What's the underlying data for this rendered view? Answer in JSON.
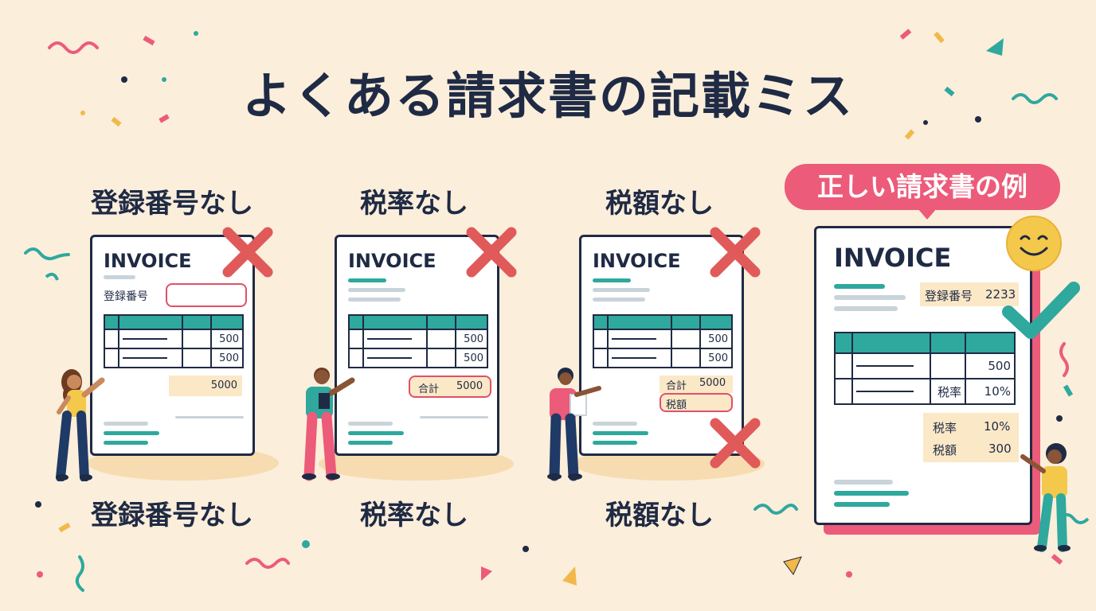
{
  "title": "よくある請求書の記載ミス",
  "colors": {
    "background": "#fbeedb",
    "navy": "#1f2a44",
    "teal": "#2fa89e",
    "red": "#e05a5a",
    "pink": "#ec5b79",
    "highlight": "#fbe8c6"
  },
  "cards": [
    {
      "top_label": "登録番号なし",
      "bottom_label": "登録番号なし",
      "invoice": "INVOICE",
      "reg_label": "登録番号",
      "row_values": [
        "500",
        "500"
      ],
      "total_value": "5000",
      "mark": "cross-icon"
    },
    {
      "top_label": "税率なし",
      "bottom_label": "税率なし",
      "invoice": "INVOICE",
      "row_values": [
        "500",
        "500"
      ],
      "total_label": "合計",
      "total_value": "5000",
      "mark": "cross-icon"
    },
    {
      "top_label": "税額なし",
      "bottom_label": "税額なし",
      "invoice": "INVOICE",
      "row_values": [
        "500",
        "500"
      ],
      "total_label": "合計",
      "total_value": "5000",
      "tax_amount_label": "税額",
      "mark": "cross-icon"
    }
  ],
  "correct": {
    "badge": "正しい請求書の例",
    "invoice": "INVOICE",
    "reg_label": "登録番号",
    "reg_value": "2233",
    "row_value": "500",
    "row_rate_label": "税率",
    "row_rate_value": "10%",
    "summary_rate_label": "税率",
    "summary_rate_value": "10%",
    "summary_tax_label": "税額",
    "summary_tax_value": "300",
    "mark": "check-icon",
    "face": "smiley-icon"
  }
}
